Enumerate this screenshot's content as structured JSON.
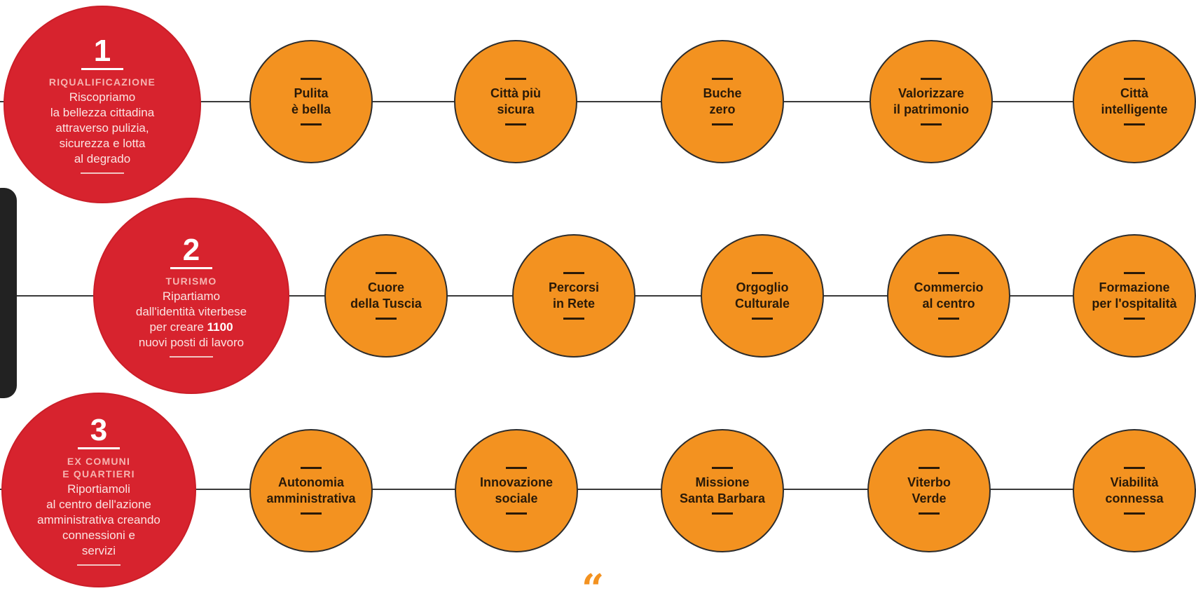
{
  "rows": [
    {
      "number": "1",
      "title_lines": [
        "RIQUALIFICAZIONE"
      ],
      "desc_lines": [
        "Riscopriamo",
        "la bellezza cittadina",
        "attraverso pulizia,",
        "sicurezza e lotta",
        "al degrado"
      ],
      "items": [
        "Pulita\nè bella",
        "Città più\nsicura",
        "Buche\nzero",
        "Valorizzare\nil patrimonio",
        "Città\nintelligente"
      ]
    },
    {
      "number": "2",
      "title_lines": [
        "TURISMO"
      ],
      "desc_lines": [
        "Ripartiamo",
        "dall'identità viterbese",
        "per creare ",
        "nuovi posti di lavoro"
      ],
      "desc_bold": "1100",
      "items": [
        "Cuore\ndella Tuscia",
        "Percorsi\nin Rete",
        "Orgoglio\nCulturale",
        "Commercio\nal centro",
        "Formazione\nper l'ospitalità"
      ]
    },
    {
      "number": "3",
      "title_lines": [
        "EX COMUNI",
        "E QUARTIERI"
      ],
      "desc_lines": [
        "Riportiamoli",
        "al centro dell'azione",
        "amministrativa creando",
        "connessioni e",
        "servizi"
      ],
      "items": [
        "Autonomia\namministrativa",
        "Innovazione\nsociale",
        "Missione\nSanta Barbara",
        "Viterbo\nVerde",
        "Viabilità\nconnessa"
      ]
    }
  ],
  "quote_glyph": "“",
  "colors": {
    "main": "#d7232e",
    "sub": "#f39220",
    "line": "#3a3a3a"
  }
}
